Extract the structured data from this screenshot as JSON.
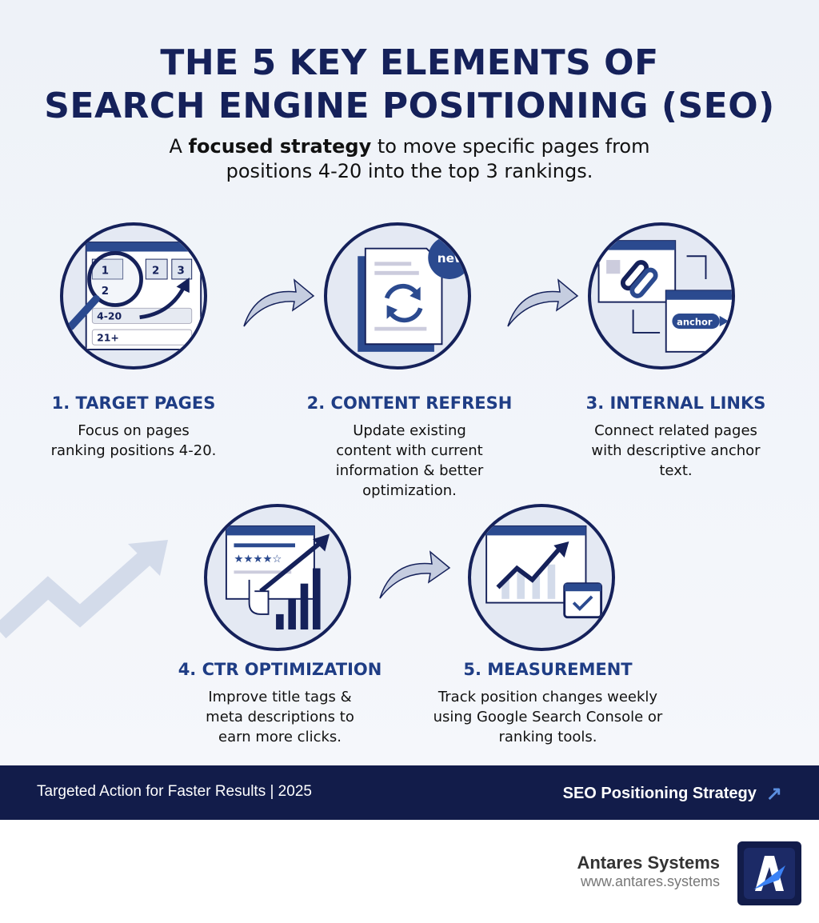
{
  "title": {
    "line1": "THE 5 KEY ELEMENTS OF",
    "line2": "SEARCH ENGINE POSITIONING (SEO)"
  },
  "subtitle": {
    "pre": "A ",
    "bold": "focused strategy",
    "post": " to move specific pages from",
    "line2": "positions 4-20 into the top 3 rankings."
  },
  "steps": [
    {
      "heading": "1. TARGET PAGES",
      "desc": "Focus on pages ranking positions 4-20.",
      "icon": "magnifier-rankings-icon",
      "labels": [
        "1",
        "2",
        "3",
        "2",
        "4-20",
        "21+"
      ]
    },
    {
      "heading": "2. CONTENT REFRESH",
      "desc": "Update existing content with current information & better optimization.",
      "icon": "document-refresh-icon",
      "badge": "new"
    },
    {
      "heading": "3. INTERNAL LINKS",
      "desc": "Connect related pages with descriptive anchor text.",
      "icon": "link-pages-icon",
      "anchor": "anchor"
    },
    {
      "heading": "4. CTR OPTIMIZATION",
      "desc": "Improve title tags & meta descriptions to earn more clicks.",
      "icon": "click-chart-icon"
    },
    {
      "heading": "5. MEASUREMENT",
      "desc": "Track position changes weekly using Google Search Console or ranking tools.",
      "icon": "trend-calendar-icon"
    }
  ],
  "footer": {
    "left": "Targeted Action for Faster Results | 2025",
    "right": "SEO Positioning Strategy"
  },
  "brand": {
    "name": "Antares Systems",
    "url": "www.antares.systems"
  },
  "colors": {
    "navy": "#15215a",
    "blue": "#1f3d85",
    "footer": "#121c4a",
    "accent": "#3b82f6"
  }
}
